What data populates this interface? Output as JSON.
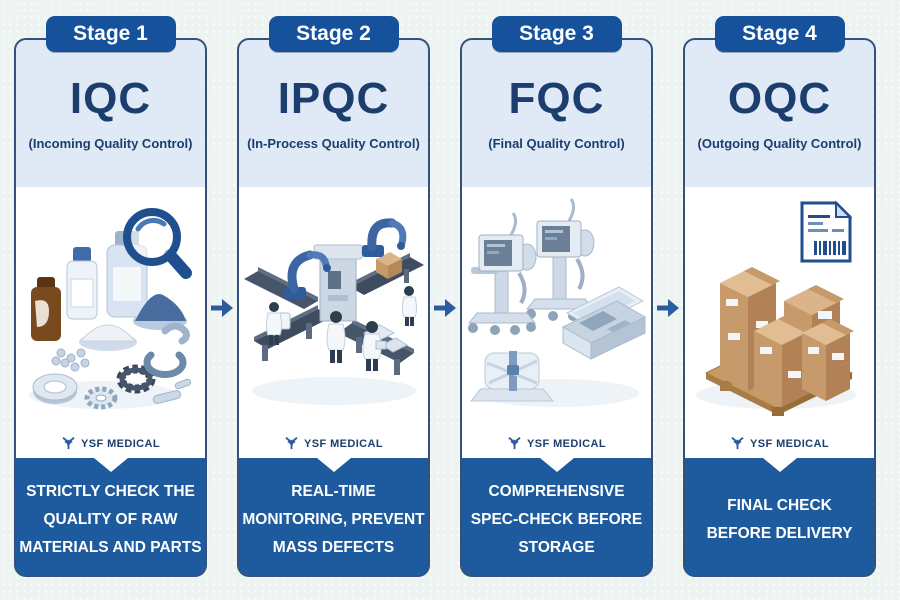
{
  "infographic": {
    "brand": "YSF MEDICAL",
    "colors": {
      "badge_blue": "#16529c",
      "bottom_blue": "#1e5b9e",
      "card_bg": "#e0eaf7",
      "card_border": "#33517a",
      "title_navy": "#1c3e6e",
      "arrow_blue": "#2a5c9e",
      "page_bg": "#ecf3f1"
    },
    "stages": [
      {
        "badge": "Stage 1",
        "title": "IQC",
        "subtitle": "(Incoming Quality Control)",
        "illustration": "raw materials, bottles, powders, rings and parts with magnifying glass",
        "logo": "YSF MEDICAL",
        "description_lines": [
          "STRICTLY CHECK THE",
          "QUALITY OF RAW",
          "MATERIALS AND PARTS"
        ]
      },
      {
        "badge": "Stage 2",
        "title": "IPQC",
        "subtitle": "(In-Process Quality Control)",
        "illustration": "isometric assembly line with robotic arms, conveyors and technicians",
        "logo": "YSF MEDICAL",
        "description_lines": [
          "REAL-TIME",
          "MONITORING, PREVENT",
          "MASS DEFECTS"
        ]
      },
      {
        "badge": "Stage 3",
        "title": "FQC",
        "subtitle": "(Final Quality Control)",
        "illustration": "finished ventilator devices, open equipment case and wrapped package",
        "logo": "YSF MEDICAL",
        "description_lines": [
          "COMPREHENSIVE",
          "SPEC-CHECK BEFORE",
          "STORAGE"
        ]
      },
      {
        "badge": "Stage 4",
        "title": "OQC",
        "subtitle": "(Outgoing Quality Control)",
        "illustration": "cardboard boxes stacked on pallet with shipping document and barcode",
        "logo": "YSF MEDICAL",
        "description_lines": [
          "FINAL CHECK",
          "BEFORE DELIVERY"
        ]
      }
    ]
  }
}
